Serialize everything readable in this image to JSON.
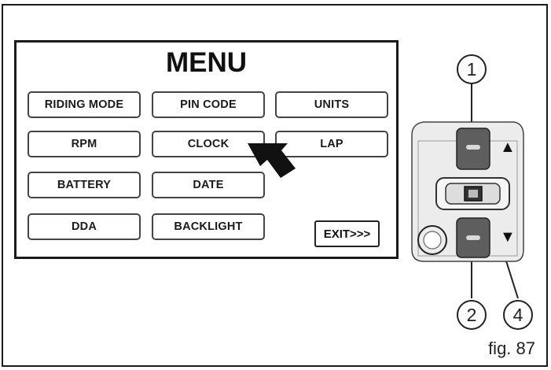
{
  "menu": {
    "title": "MENU",
    "buttons": [
      {
        "id": "riding-mode",
        "label": "RIDING MODE"
      },
      {
        "id": "pin-code",
        "label": "PIN CODE"
      },
      {
        "id": "units",
        "label": "UNITS"
      },
      {
        "id": "rpm",
        "label": "RPM"
      },
      {
        "id": "clock",
        "label": "CLOCK"
      },
      {
        "id": "lap",
        "label": "LAP"
      },
      {
        "id": "battery",
        "label": "BATTERY"
      },
      {
        "id": "date",
        "label": "DATE"
      },
      {
        "id": "dda",
        "label": "DDA"
      },
      {
        "id": "backlight",
        "label": "BACKLIGHT"
      }
    ],
    "exit_label": "EXIT>>>"
  },
  "switch": {
    "up_symbol": "▲",
    "down_symbol": "▼"
  },
  "callouts": [
    "1",
    "2",
    "4"
  ],
  "figure_label": "fig. 87"
}
